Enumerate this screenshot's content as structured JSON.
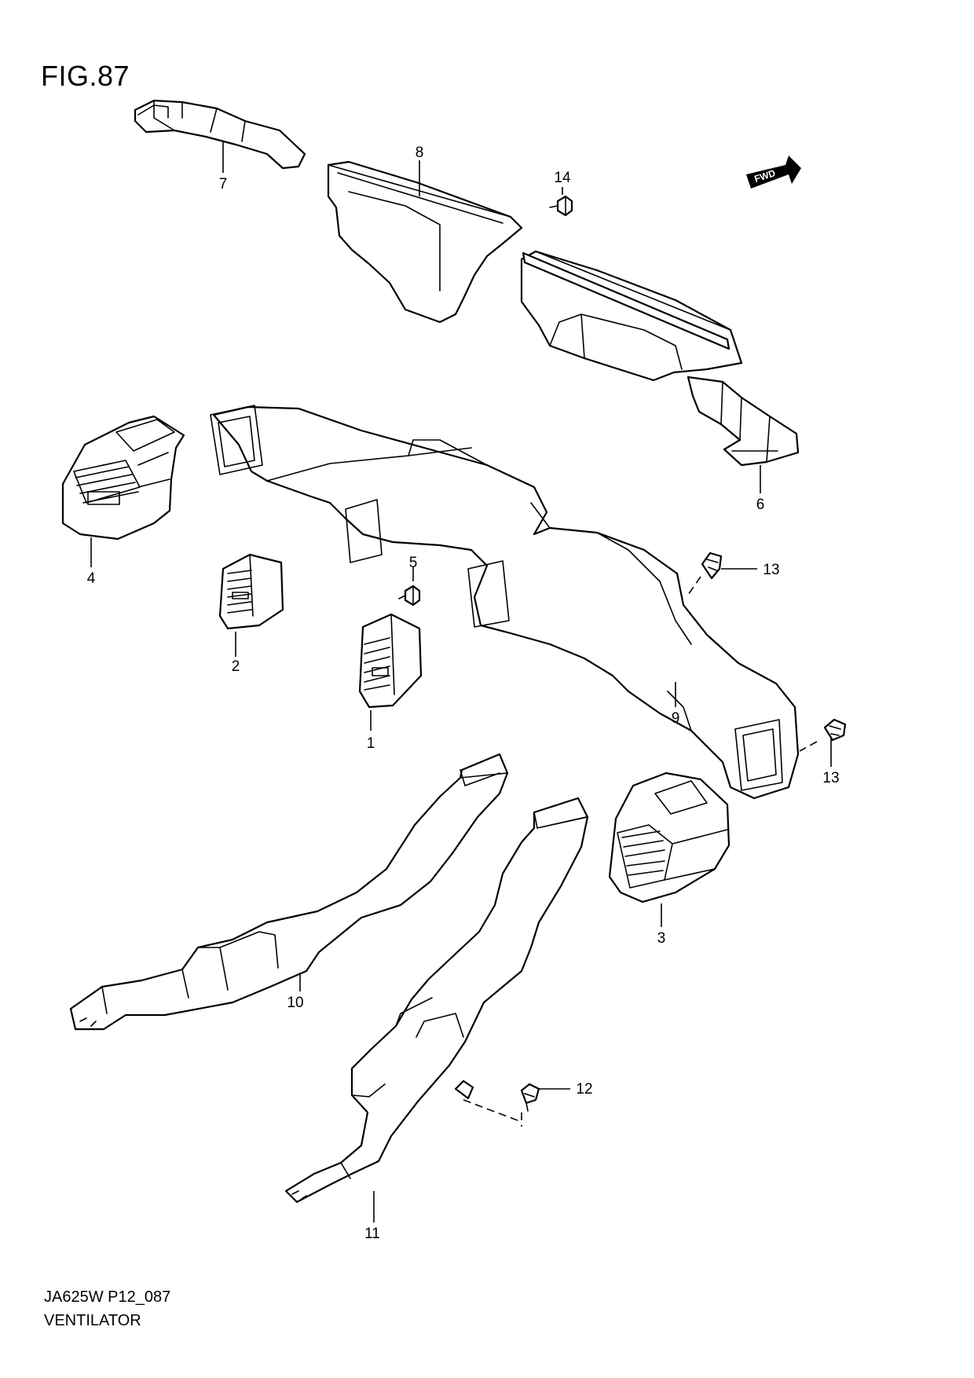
{
  "figure": {
    "title": "FIG.87",
    "code": "JA625W P12_087",
    "name": "VENTILATOR",
    "direction_badge": "FWD"
  },
  "callouts": [
    "1",
    "2",
    "3",
    "4",
    "5",
    "6",
    "7",
    "8",
    "9",
    "10",
    "11",
    "12",
    "13",
    "13",
    "14"
  ]
}
